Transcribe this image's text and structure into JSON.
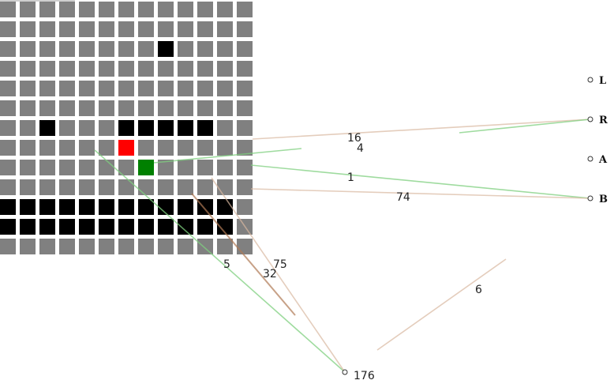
{
  "colors": {
    "empty": "#808080",
    "wall": "#000000",
    "agent": "#ff0000",
    "goal": "#008000",
    "link_positive": "#7fd07f",
    "link_neutral": "#d9b8a0",
    "link_strong": "#b07a55"
  },
  "grid": {
    "rows": 13,
    "cols": 13,
    "cells": [
      "EEEEEEEEEEEEE",
      "EEEEEEEEEEEEE",
      "EEEEEEEEWEEEE",
      "EEEEEEEEEEEEE",
      "EEEEEEEEEEEEE",
      "EEEEEEEEEEEEE",
      "EEWEEEWWWWWEE",
      "EEEEEEAEEEEEE",
      "EEEEEEEGEEEEE",
      "EEEEEEEEEEEEE",
      "WWWWWWWWWWWWE",
      "WWWWWWWWWWWWE",
      "EEEEEEEEEEEEE"
    ]
  },
  "nodes": [
    {
      "id": "L",
      "label": "L"
    },
    {
      "id": "R",
      "label": "R"
    },
    {
      "id": "A",
      "label": "A"
    },
    {
      "id": "B",
      "label": "B"
    },
    {
      "id": "count",
      "label": "176"
    }
  ],
  "edges": [
    {
      "id": "e16",
      "label": "16",
      "kind": "neutral"
    },
    {
      "id": "e4",
      "label": "4",
      "kind": "positive"
    },
    {
      "id": "e1",
      "label": "1",
      "kind": "positive"
    },
    {
      "id": "e74",
      "label": "74",
      "kind": "neutral"
    },
    {
      "id": "e5",
      "label": "5",
      "kind": "positive"
    },
    {
      "id": "e32",
      "label": "32",
      "kind": "strong"
    },
    {
      "id": "e75",
      "label": "75",
      "kind": "neutral"
    },
    {
      "id": "e6",
      "label": "6",
      "kind": "neutral"
    },
    {
      "id": "eR",
      "label": "",
      "kind": "positive"
    }
  ]
}
